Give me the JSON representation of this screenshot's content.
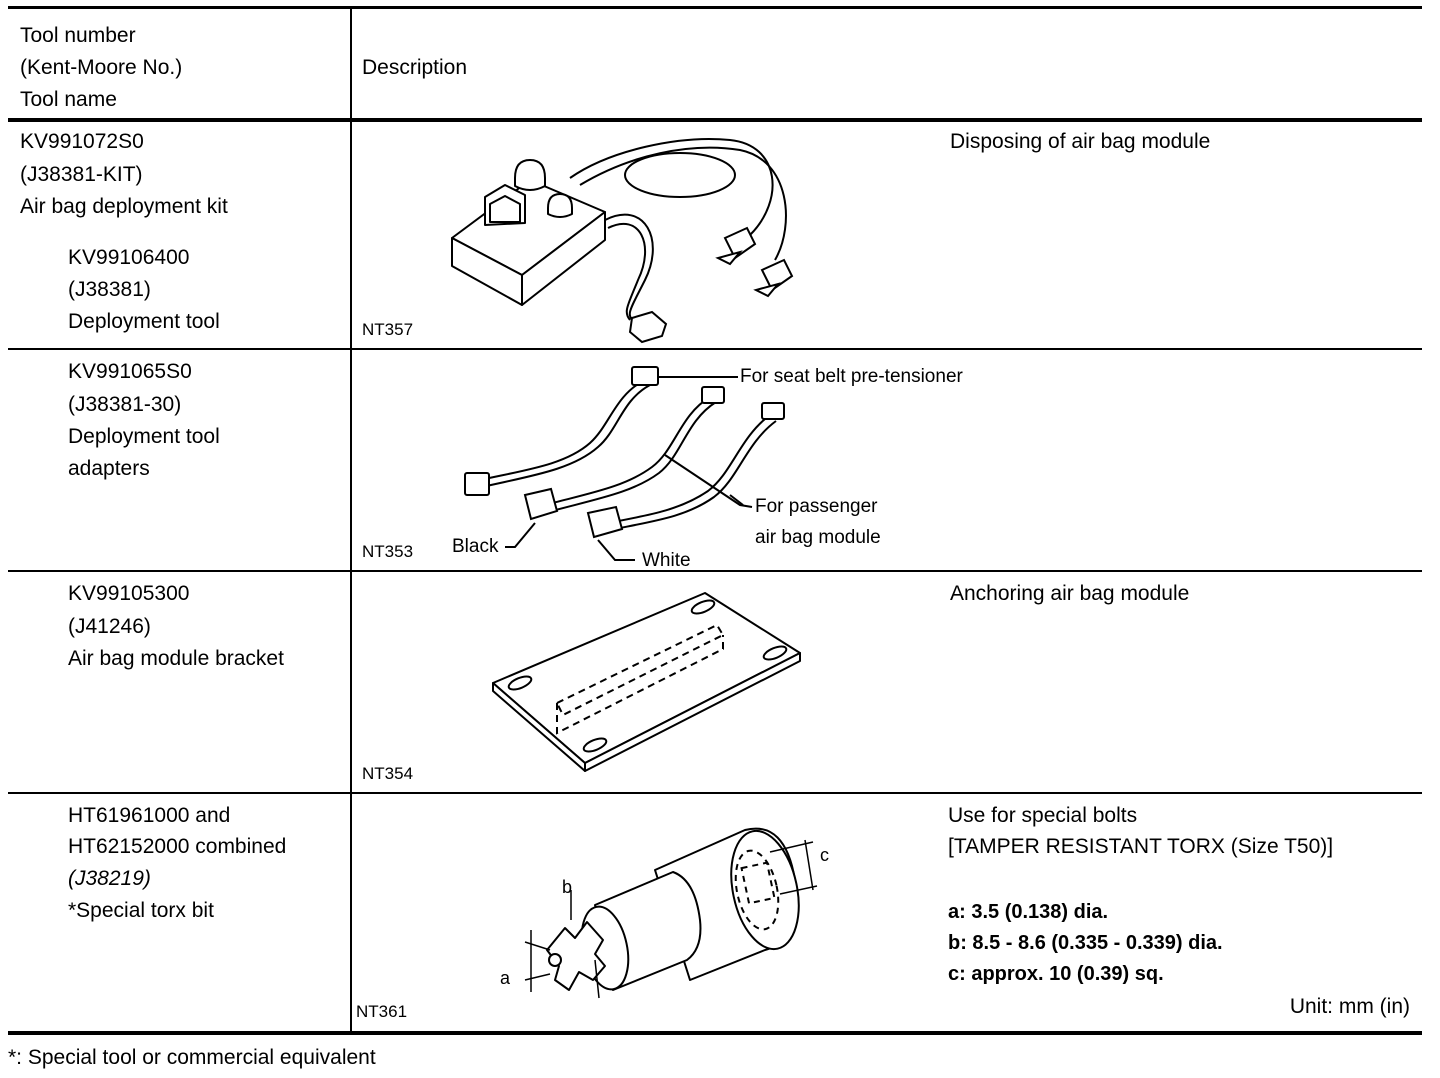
{
  "header": {
    "tool_lines": [
      "Tool number",
      "(Kent-Moore No.)",
      "Tool name"
    ],
    "description": "Description"
  },
  "rows": [
    {
      "kit_lines": [
        "KV991072S0",
        "(J38381-KIT)",
        "Air bag deployment kit"
      ],
      "sub_lines": [
        "KV99106400",
        "(J38381)",
        "Deployment tool"
      ],
      "figure": "NT357",
      "description": "Disposing of air bag module"
    },
    {
      "tool_lines": [
        "KV991065S0",
        "(J38381-30)",
        "Deployment tool",
        "adapters"
      ],
      "figure": "NT353",
      "callouts": {
        "seat_belt": "For seat belt pre-tensioner",
        "passenger_1": "For passenger",
        "passenger_2": "air bag module",
        "black": "Black",
        "white": "White"
      }
    },
    {
      "tool_lines": [
        "KV99105300",
        "(J41246)",
        "Air bag module bracket"
      ],
      "figure": "NT354",
      "description": "Anchoring air bag module"
    },
    {
      "tool_lines": [
        "HT61961000 and",
        "HT62152000 combined",
        "(J38219)",
        "*Special torx bit"
      ],
      "figure": "NT361",
      "description_lines": [
        "Use for special bolts",
        "[TAMPER RESISTANT TORX (Size T50)]"
      ],
      "spec_lines": [
        "a: 3.5 (0.138) dia.",
        "b: 8.5 - 8.6 (0.335 - 0.339) dia.",
        "c: approx. 10 (0.39) sq."
      ],
      "dim_labels": {
        "a": "a",
        "b": "b",
        "c": "c"
      },
      "unit": "Unit: mm (in)"
    }
  ],
  "footnote": "*: Special tool or commercial equivalent"
}
